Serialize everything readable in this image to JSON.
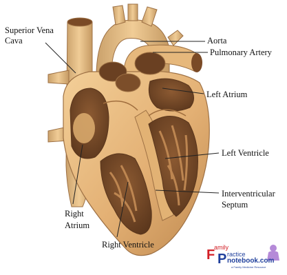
{
  "labels": {
    "svc_l1": "Superior Vena",
    "svc_l2": "Cava",
    "aorta": "Aorta",
    "pa": "Pulmonary Artery",
    "la": "Left Atrium",
    "lv": "Left Ventricle",
    "ivs_l1": "Interventricular",
    "ivs_l2": "Septum",
    "ra_l1": "Right",
    "ra_l2": "Atrium",
    "rv": "Right Ventricle"
  },
  "logo": {
    "big_f": "F",
    "big_p": "P",
    "amily": "amily",
    "ractice": "ractice",
    "notebook": "notebook.com",
    "tagline": "a Family Medicine Resource"
  },
  "colors": {
    "outer_muscle": "#e6b77a",
    "muscle_shadow": "#b9824a",
    "chamber_dark": "#6e4526",
    "chamber_mid": "#9c6a3c",
    "brand_red": "#d21f26",
    "brand_blue": "#1f3f9c"
  }
}
